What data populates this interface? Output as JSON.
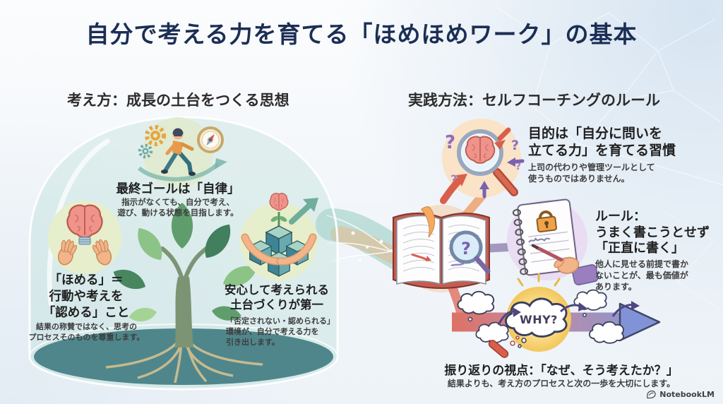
{
  "header": {
    "title": "自分で考える力を育てる「ほめほめワーク」の基本",
    "title_color": "#1b2e55"
  },
  "mindset": {
    "heading": "考え方：成長の土台をつくる思想",
    "autonomy": {
      "title": "最終ゴールは「自律」",
      "body": "指示がなくても、自分で考え、\n遊び、動ける状態を目指します。"
    },
    "praise": {
      "title": "「ほめる」＝\n行動や考えを\n「認める」こと",
      "body": "結果の称賛ではなく、思考の\nプロセスそのものを尊重します。"
    },
    "foundation": {
      "title": "安心して考えられる\n土台づくりが第一",
      "body": "「否定されない・認められる」\n環境が、自分で考える力を\n引き出します。"
    }
  },
  "practice": {
    "heading": "実践方法：セルフコーチングのルール",
    "purpose": {
      "title": "目的は「自分に問いを\n立てる力」を育てる習慣",
      "body": "上司の代わりや管理ツールとして\n使うものではありません。"
    },
    "rule": {
      "title": "ルール：\nうまく書こうとせず\n「正直に書く」",
      "body": "他人に見せる前提で書か\nないことが、最も価値が\nあります。"
    },
    "reflection": {
      "title": "振り返りの視点：「なぜ、そう考えたか？」",
      "body": "結果よりも、考え方のプロセスと次の一歩を大切にします。",
      "why_label": "WHY?"
    }
  },
  "icons": {
    "question_mark": "?",
    "names": [
      "glass-dome",
      "growth-tree",
      "walking-person-icon",
      "gear-icon",
      "compass-icon",
      "hands-brain-icon",
      "building-blocks-icon",
      "magnifier-brain-icon",
      "open-book-icon",
      "locked-notebook-icon",
      "why-cloud-icon",
      "thought-cloud-icon",
      "notebooklm-logo-icon"
    ]
  },
  "footer": {
    "brand": "NotebookLM"
  },
  "colors": {
    "accent_navy": "#1b2e55",
    "dome_base": "#2e6b72",
    "brain_pink": "#f0938a",
    "orange": "#e8a04d",
    "purple": "#8a6fc0",
    "why_red": "#de7165",
    "why_blue": "#8193d6"
  }
}
